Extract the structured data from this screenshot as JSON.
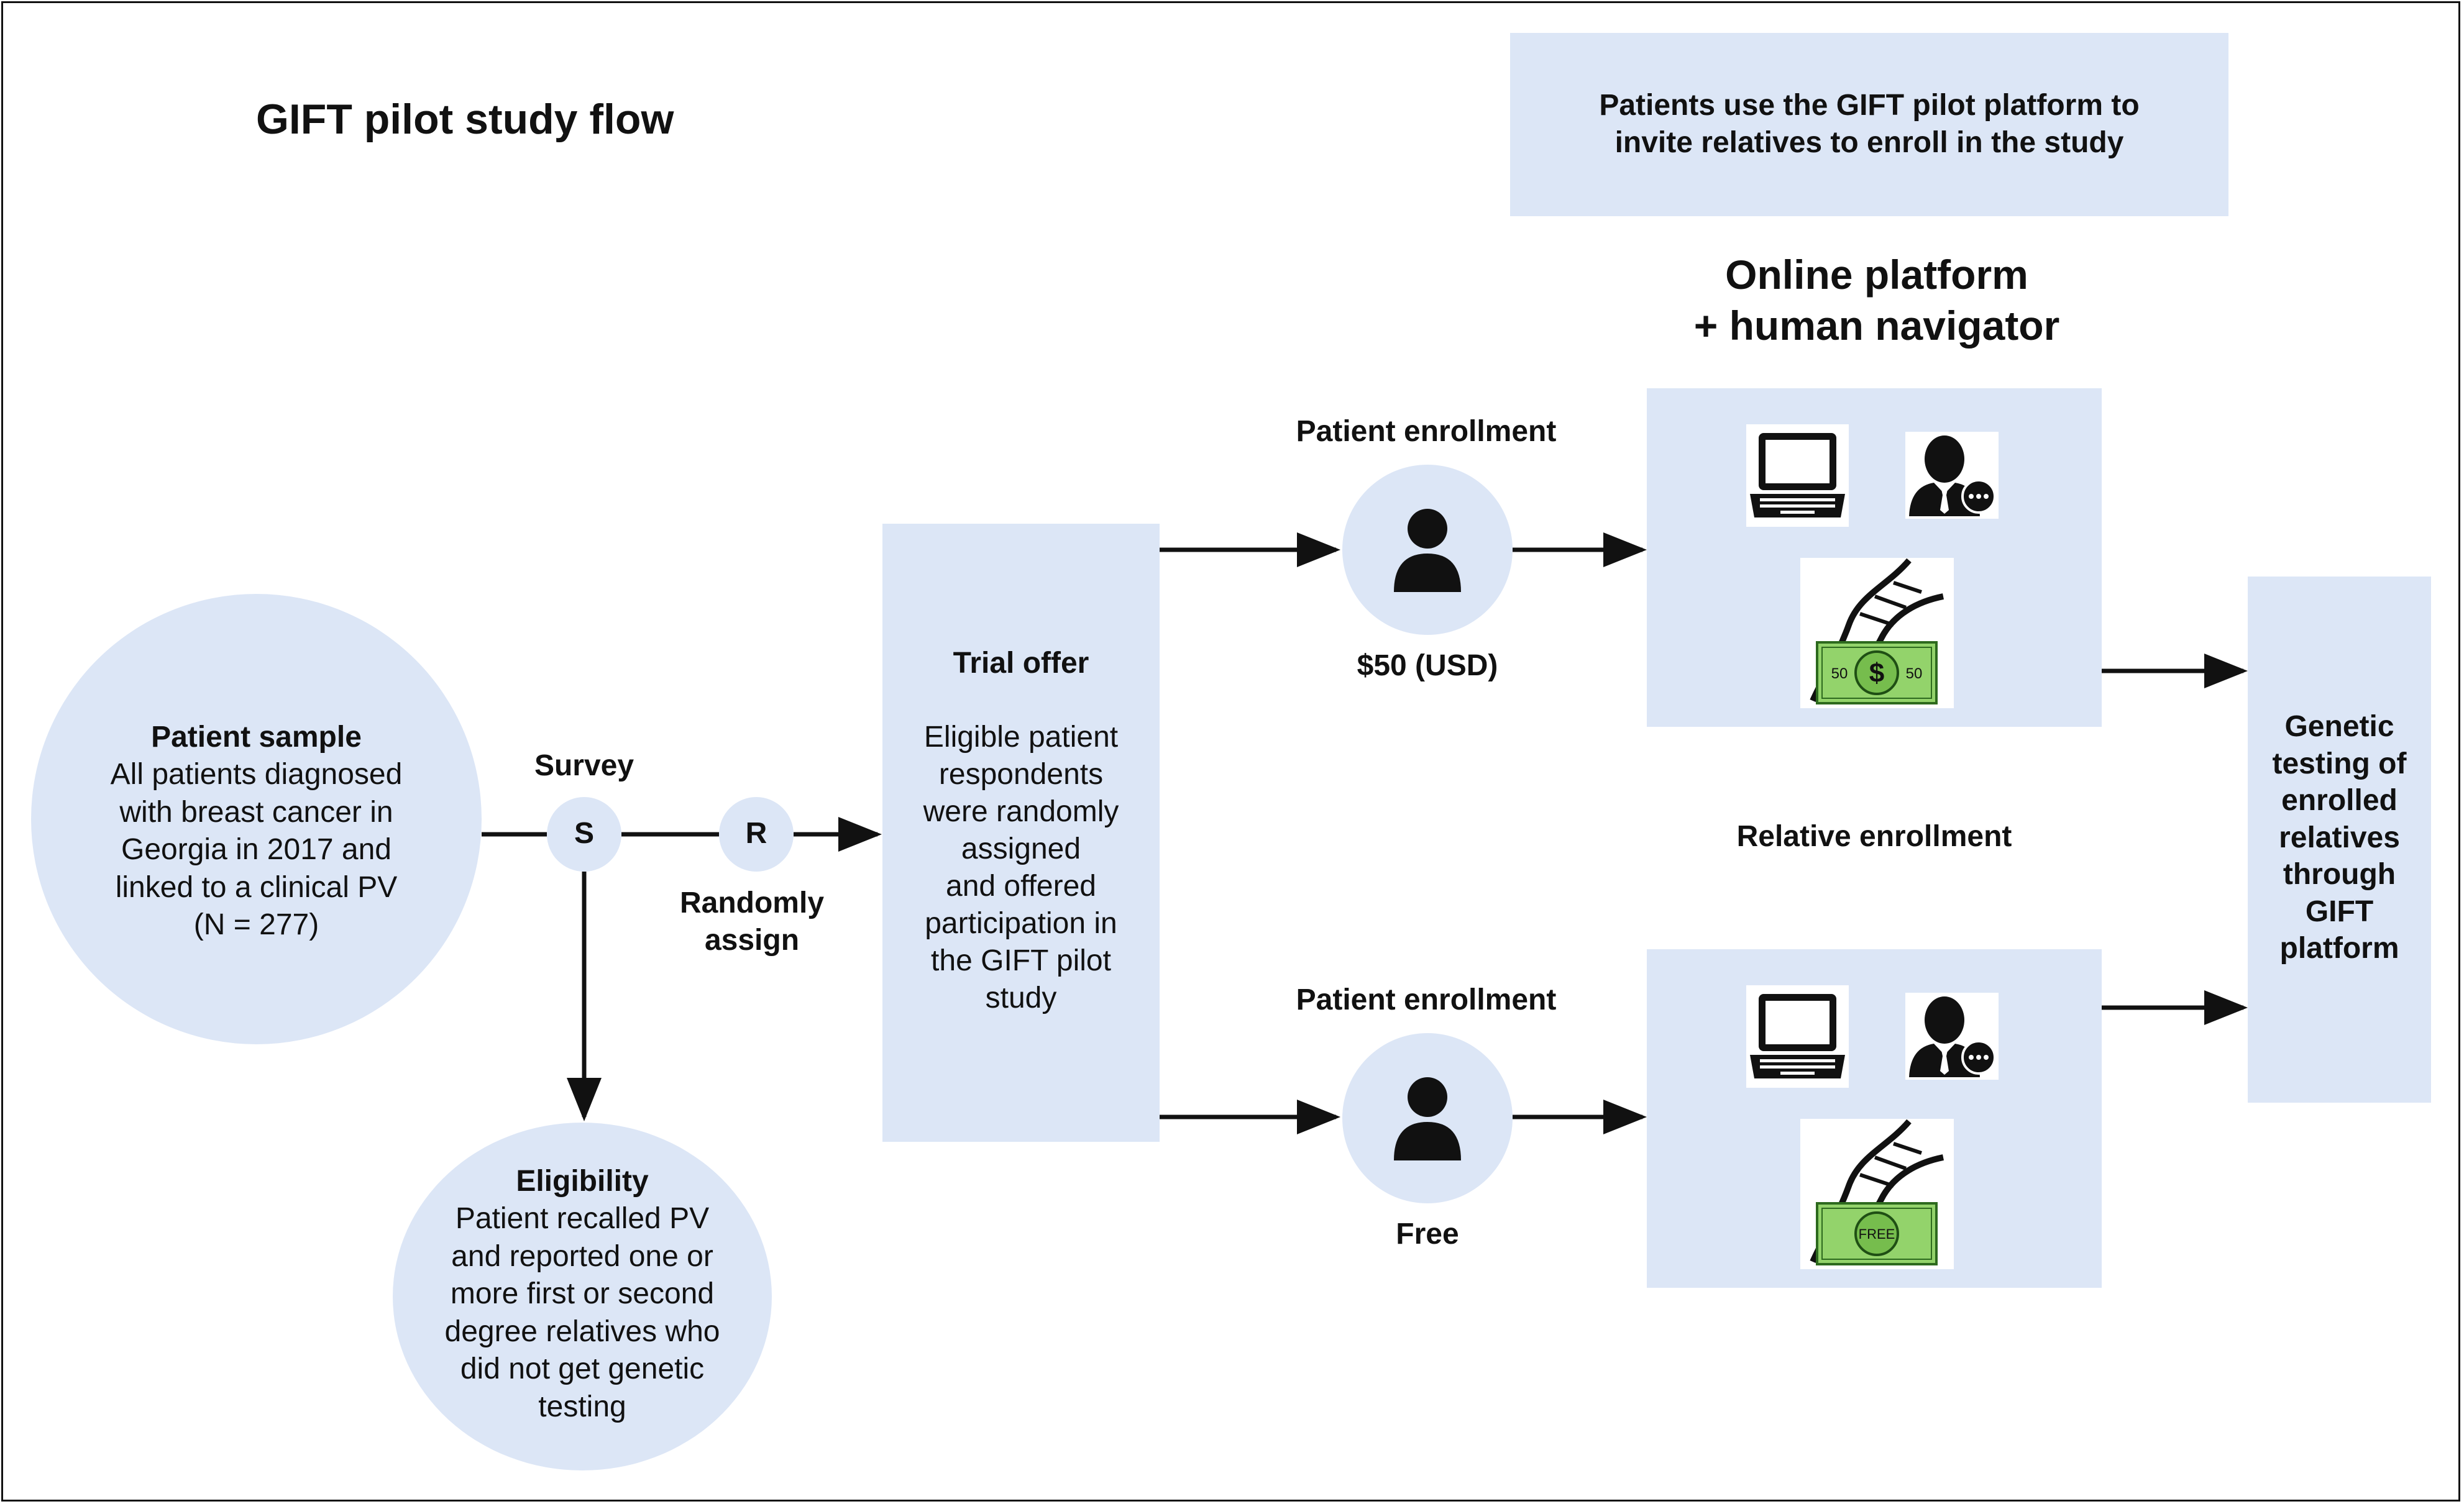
{
  "title": "GIFT pilot study flow",
  "top_note": "Patients use the GIFT pilot platform to invite relatives to enroll in the study",
  "platform_heading": [
    "Online platform",
    "+ human navigator"
  ],
  "patient_sample": {
    "heading": "Patient sample",
    "body": [
      "All patients diagnosed",
      "with breast cancer in",
      "Georgia in 2017 and",
      "linked to a clinical PV",
      "(N = 277)"
    ]
  },
  "survey": {
    "label": "Survey",
    "node": "S"
  },
  "randomize": {
    "label": [
      "Randomly",
      "assign"
    ],
    "node": "R"
  },
  "eligibility": {
    "heading": "Eligibility",
    "body": [
      "Patient recalled PV",
      "and reported one or",
      "more first or second",
      "degree relatives who",
      "did not get genetic",
      "testing"
    ]
  },
  "trial_offer": {
    "heading": "Trial offer",
    "body": [
      "Eligible patient",
      "respondents",
      "were randomly",
      "assigned",
      "and offered",
      "participation in",
      "the GIFT pilot",
      "study"
    ]
  },
  "arms": [
    {
      "enrollment_label": "Patient enrollment",
      "incentive": "$50 (USD)",
      "bill_text": "50",
      "bill_symbol": "$"
    },
    {
      "enrollment_label": "Patient enrollment",
      "incentive": "Free",
      "bill_text": "FREE"
    }
  ],
  "relative_enrollment": "Relative enrollment",
  "outcome": [
    "Genetic",
    "testing of",
    "enrolled",
    "relatives",
    "through",
    "GIFT",
    "platform"
  ],
  "icons": [
    "laptop-icon",
    "navigator-icon",
    "dna-icon",
    "dollar-bill-icon",
    "person-icon"
  ],
  "colors": {
    "box_fill": "#dce6f6",
    "bill_green": "#93d36b",
    "ink": "#111111"
  }
}
